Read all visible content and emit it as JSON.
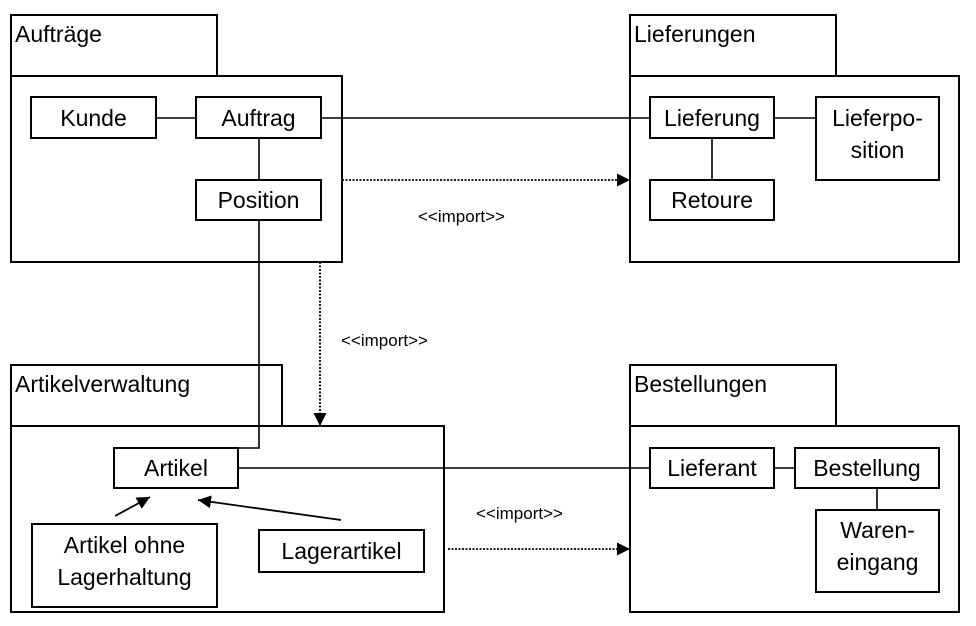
{
  "diagram": {
    "type": "uml-package-diagram",
    "colors": {
      "line": "#000000",
      "background": "#ffffff"
    },
    "packages": [
      {
        "id": "auftraege",
        "title": "Aufträge",
        "classes": [
          {
            "id": "kunde",
            "lines": [
              "Kunde"
            ]
          },
          {
            "id": "auftrag",
            "lines": [
              "Auftrag"
            ]
          },
          {
            "id": "position",
            "lines": [
              "Position"
            ]
          }
        ]
      },
      {
        "id": "lieferungen",
        "title": "Lieferungen",
        "classes": [
          {
            "id": "lieferung",
            "lines": [
              "Lieferung"
            ]
          },
          {
            "id": "lieferposition",
            "lines": [
              "Lieferpo-",
              "sition"
            ]
          },
          {
            "id": "retoure",
            "lines": [
              "Retoure"
            ]
          }
        ]
      },
      {
        "id": "artikelverwaltung",
        "title": "Artikelverwaltung",
        "classes": [
          {
            "id": "artikel",
            "lines": [
              "Artikel"
            ]
          },
          {
            "id": "artikel_ohne_lagerhaltung",
            "lines": [
              "Artikel ohne",
              "Lagerhaltung"
            ]
          },
          {
            "id": "lagerartikel",
            "lines": [
              "Lagerartikel"
            ]
          }
        ]
      },
      {
        "id": "bestellungen",
        "title": "Bestellungen",
        "classes": [
          {
            "id": "lieferant",
            "lines": [
              "Lieferant"
            ]
          },
          {
            "id": "bestellung",
            "lines": [
              "Bestellung"
            ]
          },
          {
            "id": "wareneingang",
            "lines": [
              "Waren-",
              "eingang"
            ]
          }
        ]
      }
    ],
    "associations": [
      {
        "from": "kunde",
        "to": "auftrag"
      },
      {
        "from": "auftrag",
        "to": "position"
      },
      {
        "from": "auftrag",
        "to": "lieferung"
      },
      {
        "from": "lieferung",
        "to": "lieferposition"
      },
      {
        "from": "lieferung",
        "to": "retoure"
      },
      {
        "from": "position",
        "to": "artikel"
      },
      {
        "from": "artikel",
        "to": "lieferant"
      },
      {
        "from": "lieferant",
        "to": "bestellung"
      },
      {
        "from": "bestellung",
        "to": "wareneingang"
      }
    ],
    "generalizations": [
      {
        "child": "artikel_ohne_lagerhaltung",
        "parent": "artikel"
      },
      {
        "child": "lagerartikel",
        "parent": "artikel"
      }
    ],
    "dependencies": [
      {
        "from": "auftraege",
        "to": "lieferungen",
        "label": "<<import>>"
      },
      {
        "from": "auftraege",
        "to": "artikelverwaltung",
        "label": "<<import>>"
      },
      {
        "from": "artikelverwaltung",
        "to": "bestellungen",
        "label": "<<import>>"
      }
    ]
  }
}
